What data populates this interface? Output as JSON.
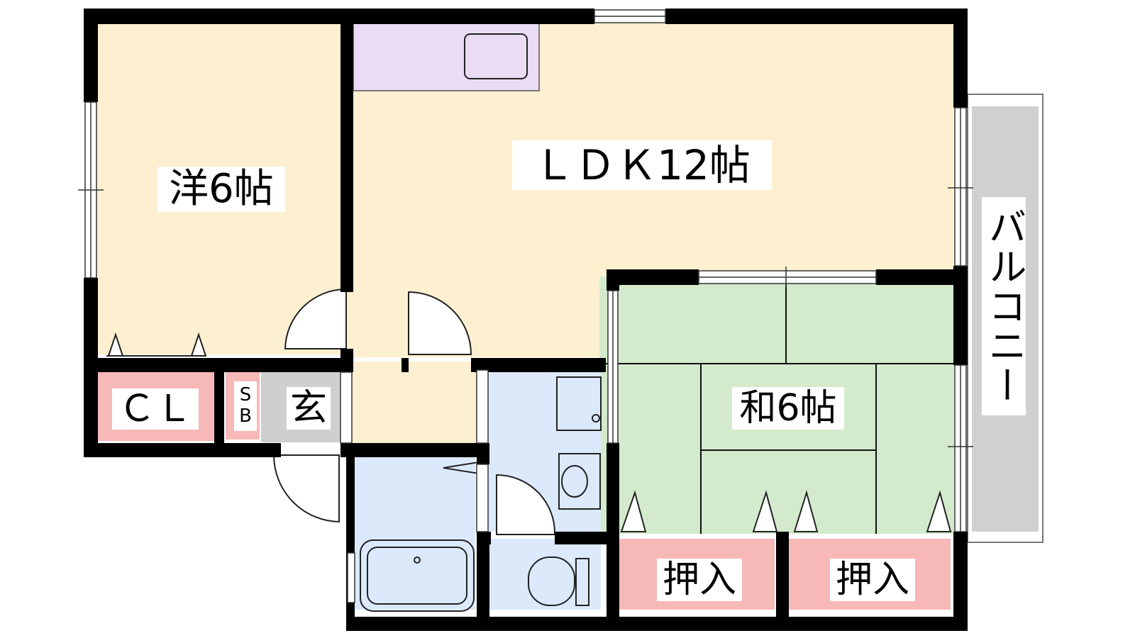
{
  "rooms": {
    "western": {
      "label": "洋6帖",
      "color": "#fcf0d0"
    },
    "ldk": {
      "label": "ＬＤＫ12帖",
      "color": "#fcf0d0"
    },
    "japanese": {
      "label": "和6帖",
      "color": "#d3ebcc"
    },
    "closet": {
      "label": "ＣＬ",
      "color": "#f7b8b8"
    },
    "shoe_box_top": "S",
    "shoe_box_bottom": "B",
    "entrance": {
      "label": "玄",
      "color": "#cfcfcf"
    },
    "oshiire_left": {
      "label": "押入",
      "color": "#f7b8b8"
    },
    "oshiire_right": {
      "label": "押入",
      "color": "#f7b8b8"
    },
    "balcony": {
      "label": "バルコニー",
      "color": "#d0d0d0"
    }
  },
  "colors": {
    "wall": "#000000",
    "wet_area": "#dbe9fb",
    "kitchen_counter": "#eadcf4"
  }
}
